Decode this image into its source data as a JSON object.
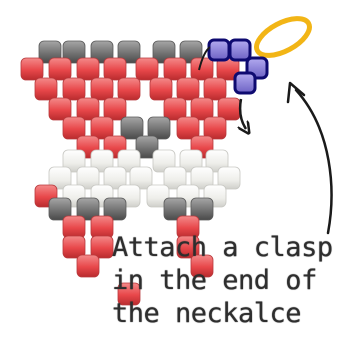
{
  "caption": {
    "line1": "Attach a clasp",
    "line2": "in the end of",
    "line3": "the neckalce"
  },
  "colors": {
    "red_bead": "#e8474a",
    "dark_gray_bead": "#737373",
    "light_gray_bead": "#ececec",
    "clasp_bead_fill": "#8a7fd8",
    "clasp_bead_outline": "#0e0a70",
    "clasp_ring": "#f2b516",
    "arrow": "#1a1a1a",
    "caption_text": "#2e2e2e"
  },
  "icons": {
    "pointer_arrow": "curved-arrow-icon",
    "bend_arrow": "down-arrow-icon",
    "clasp": "clasp-ring-icon"
  }
}
